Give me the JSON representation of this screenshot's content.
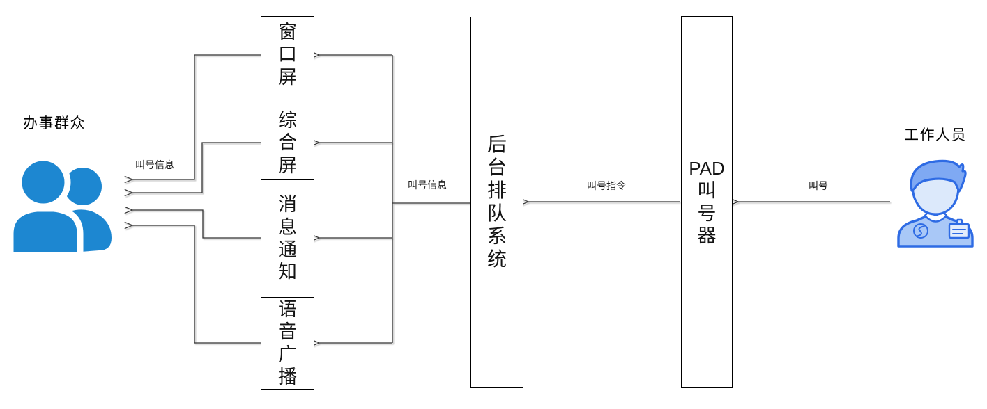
{
  "actors": {
    "citizens": {
      "label": "办事群众"
    },
    "staff": {
      "label": "工作人员"
    }
  },
  "nodes": {
    "window_screen": {
      "label": "窗口屏"
    },
    "composite_screen": {
      "label": "综合屏"
    },
    "message_notice": {
      "label": "消息通知"
    },
    "voice_broadcast": {
      "label": "语音广播"
    },
    "queue_system": {
      "label": "后台排队系统"
    },
    "pad_caller": {
      "label_en": "PAD",
      "label_cn": "叫号器"
    }
  },
  "edge_labels": {
    "screens_to_citizens": "叫号信息",
    "queue_to_screens": "叫号信息",
    "pad_to_queue": "叫号指令",
    "staff_to_pad": "叫号"
  },
  "colors": {
    "citizens_icon": "#1d87d1",
    "staff_outline": "#2e6be4",
    "staff_hair": "#7fa9f3",
    "staff_face": "#dce9fb",
    "staff_body": "#a9c8f7",
    "staff_badge": "#e3edfc",
    "wire": "#333333",
    "node_border": "#000000"
  }
}
